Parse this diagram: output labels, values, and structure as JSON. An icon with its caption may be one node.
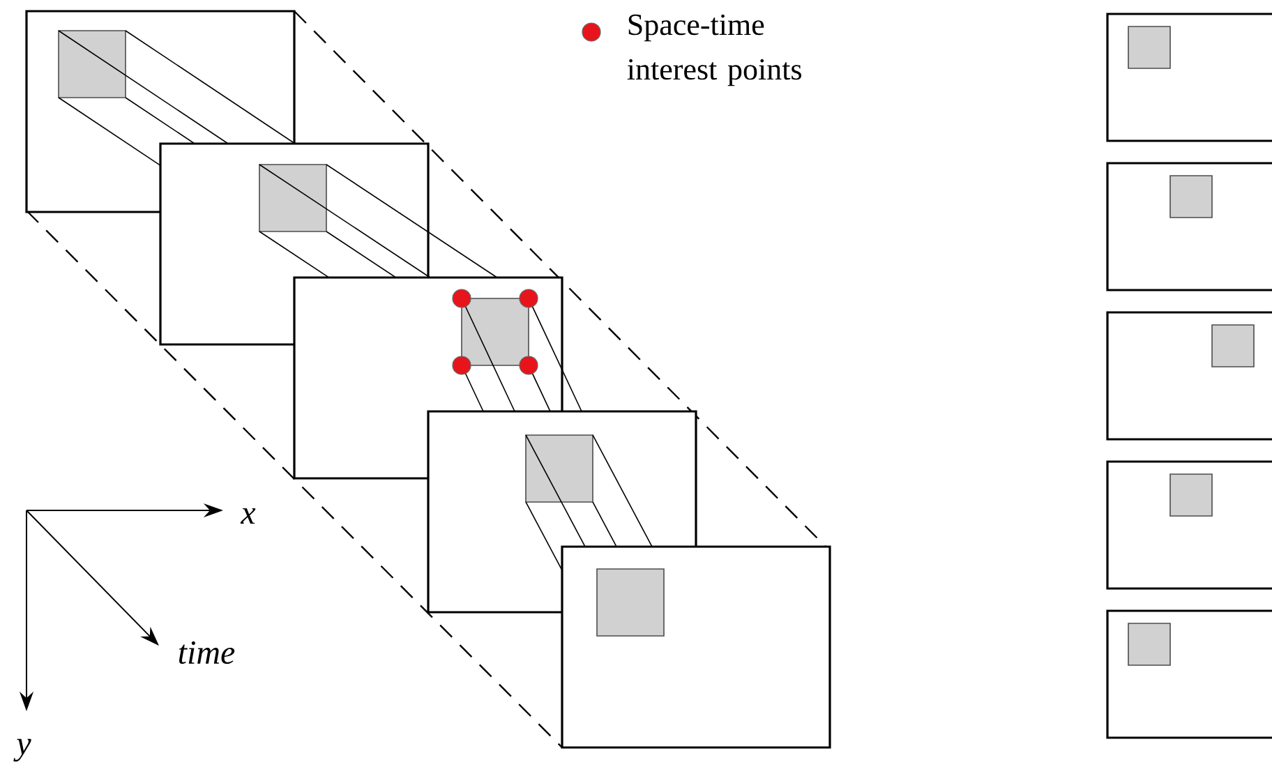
{
  "diagram": {
    "labels": [
      "x",
      "time",
      "y"
    ],
    "legend": [
      {
        "text": "Space-time interest points",
        "color": "#e8141c"
      }
    ]
  }
}
